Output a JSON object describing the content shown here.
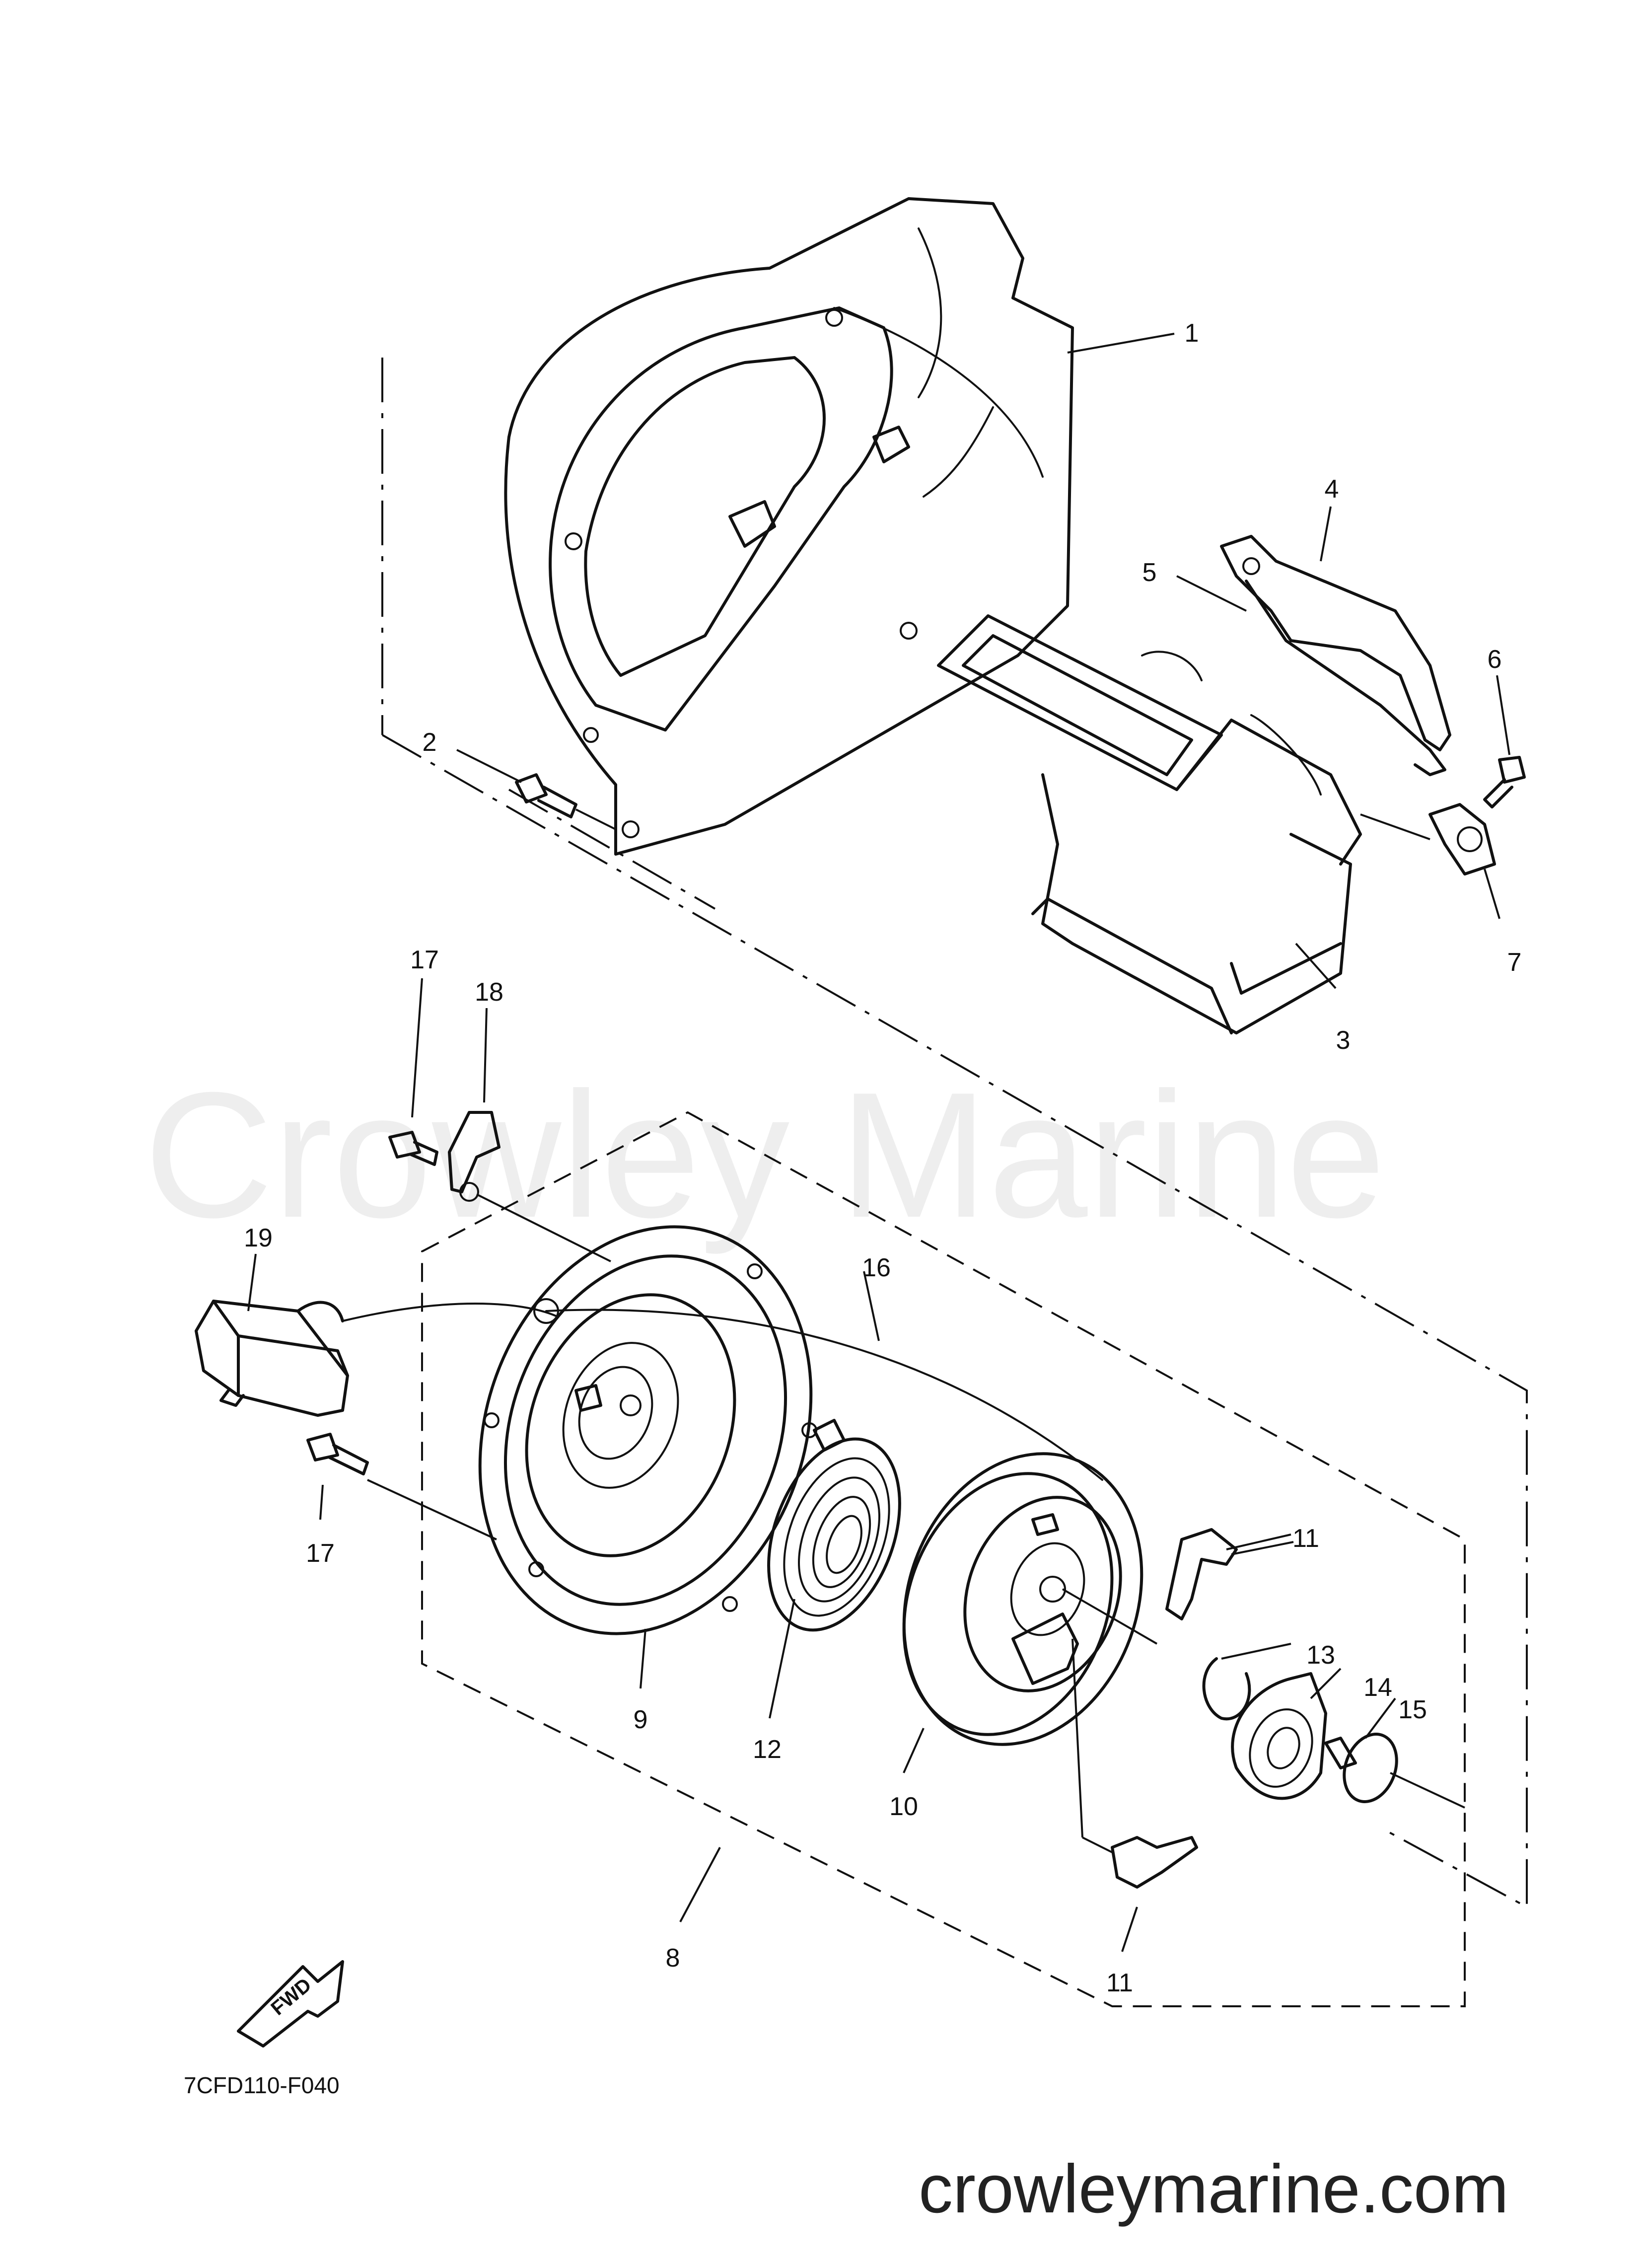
{
  "watermark": "Crowley Marine",
  "site_url": "crowleymarine.com",
  "diagram_code": "7CFD110-F040",
  "direction_badge": "FWD",
  "callouts": {
    "c1": "1",
    "c2": "2",
    "c3": "3",
    "c4": "4",
    "c5": "5",
    "c6": "6",
    "c7": "7",
    "c8": "8",
    "c9": "9",
    "c10": "10",
    "c11a": "11",
    "c11b": "11",
    "c12": "12",
    "c13": "13",
    "c14": "14",
    "c15": "15",
    "c16": "16",
    "c17a": "17",
    "c17b": "17",
    "c18": "18",
    "c19": "19"
  },
  "colors": {
    "line": "#111111",
    "watermark": "#eeeeee",
    "background": "#ffffff"
  }
}
